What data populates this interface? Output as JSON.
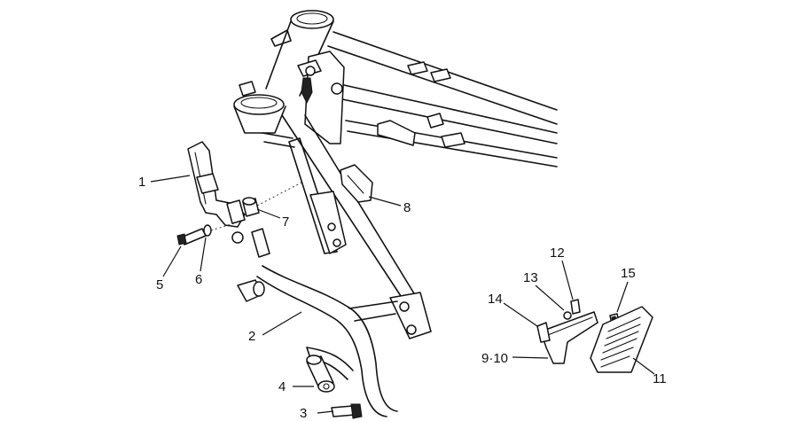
{
  "callouts": {
    "c1": "1",
    "c2": "2",
    "c3": "3",
    "c4": "4",
    "c5": "5",
    "c6": "6",
    "c7": "7",
    "c8": "8",
    "c9_10": "9·10",
    "c11": "11",
    "c12": "12",
    "c13": "13",
    "c14": "14",
    "c15": "15"
  }
}
